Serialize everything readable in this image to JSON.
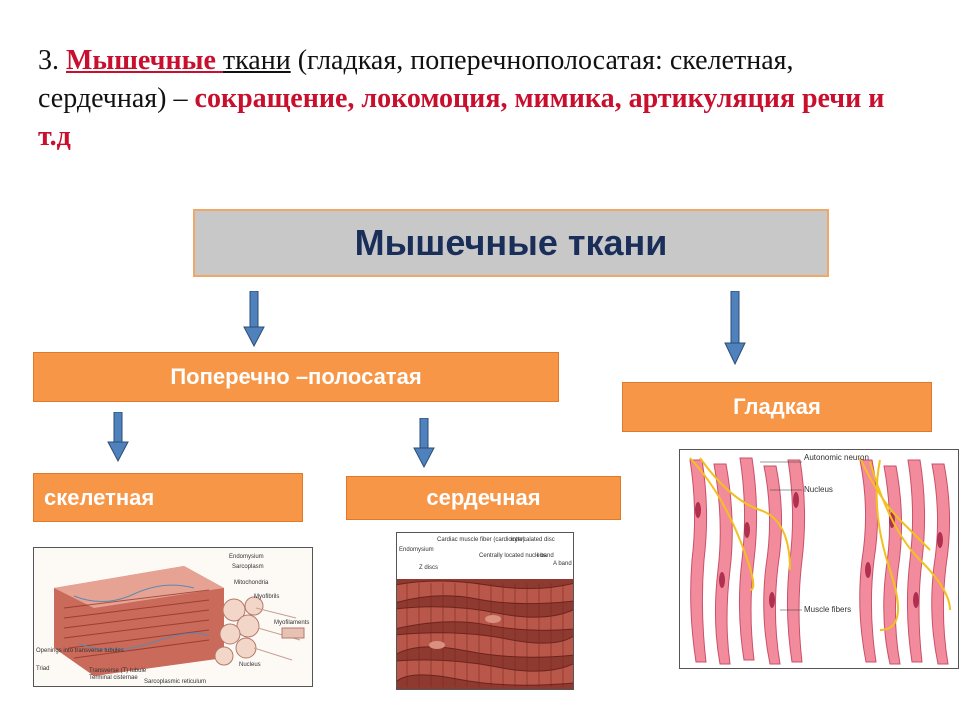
{
  "heading": {
    "number": "3. ",
    "term": "Мышечные ",
    "tissues_word": "ткани",
    "rest_line": " (гладкая, поперечнополосатая: скелетная, сердечная) – ",
    "functions": "сокращение, локомоция, мимика, артикуляция речи и т.д"
  },
  "diagram": {
    "root": "Мышечные ткани",
    "striated": "Поперечно –полосатая",
    "smooth": "Гладкая",
    "skeletal": "скелетная",
    "cardiac": "сердечная"
  },
  "skeletal_image": {
    "labels": [
      "Endomysium",
      "Sarcoplasm",
      "Mitochondria",
      "Myofibrils",
      "Myofilaments",
      "Nucleus",
      "Openings into transverse tubules",
      "Triad",
      "Transverse (T) tubule",
      "Terminal cisternae",
      "Sarcoplasmic reticulum"
    ]
  },
  "cardiac_image": {
    "labels": [
      "Endomysium",
      "Cardiac muscle fiber (cardiocyte)",
      "Intercalated disc",
      "Z discs",
      "Centrally located nucleus",
      "I band",
      "A band"
    ]
  },
  "smooth_image": {
    "labels": [
      "Autonomic neuron",
      "Nucleus",
      "Muscle fibers"
    ]
  },
  "colors": {
    "accent_red": "#c8102e",
    "box_orange": "#f79646",
    "root_gray": "#c8c8c8",
    "root_text": "#1a2e5a",
    "arrow_blue": "#4f81bd"
  }
}
